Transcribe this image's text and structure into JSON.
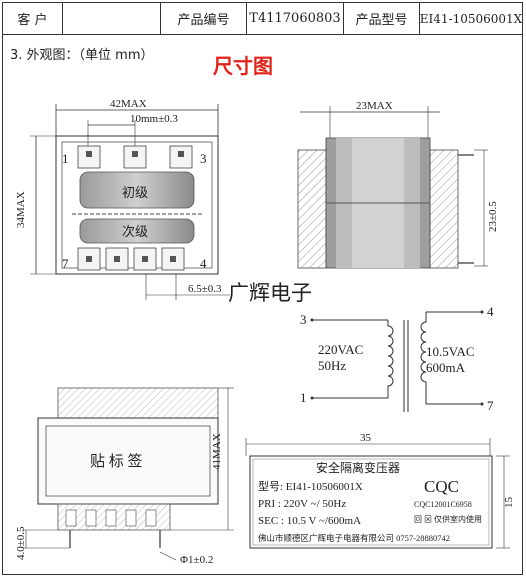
{
  "header": {
    "customer_label": "客 户",
    "customer_value": "",
    "product_code_label": "产品编号",
    "product_code_value": "T4117060803",
    "product_model_label": "产品型号",
    "product_model_value": "EI41-10506001X"
  },
  "section": {
    "heading": "3. 外观图：（单位 mm）",
    "title": "尺寸图"
  },
  "front_view": {
    "width_label": "42MAX",
    "pin_pitch_label": "10mm±0.3",
    "height_label": "34MAX",
    "primary_label": "初级",
    "secondary_label": "次级",
    "pin_1": "1",
    "pin_3": "3",
    "pin_7": "7",
    "pin_4": "4",
    "bottom_dim_label": "6.5±0.3"
  },
  "side_view": {
    "width_label": "23MAX",
    "pin_span_label": "23±0.5"
  },
  "watermark": "广辉电子",
  "schematic": {
    "pin_3": "3",
    "pin_1": "1",
    "pin_4": "4",
    "pin_7": "7",
    "primary_voltage": "220VAC",
    "primary_freq": "50Hz",
    "secondary_voltage": "10.5VAC",
    "secondary_current": "600mA"
  },
  "bottom_view": {
    "sticker_text": "贴 标 签",
    "height_label": "41MAX",
    "pin_length_label": "4.0±0.5",
    "pin_diameter_label": "Φ1±0.2"
  },
  "label_card": {
    "width_label": "35",
    "height_label": "15",
    "title": "安全隔离变压器",
    "model_line": "型号: EI41-10506001X",
    "pri_line": "PRI : 220V ~/ 50Hz",
    "sec_line": "SEC : 10.5 V ~/600mA",
    "logo": "CQC",
    "cert_number": "CQC12001C6958",
    "indoor_note": "回 ⊠ 仅供室内使用",
    "maker_line": "佛山市顺德区广辉电子电器有限公司  0757-28880742"
  }
}
